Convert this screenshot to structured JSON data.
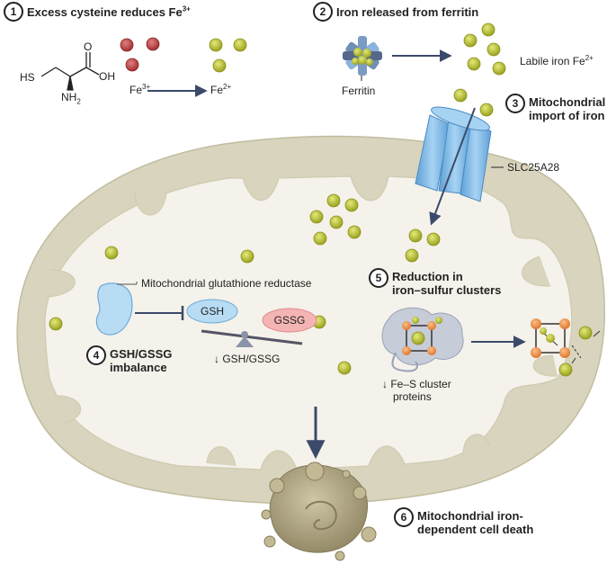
{
  "steps": [
    {
      "num": "1",
      "title": "Excess cysteine reduces Fe",
      "sup": "3+"
    },
    {
      "num": "2",
      "title": "Iron released from ferritin"
    },
    {
      "num": "3",
      "title_line1": "Mitochondrial",
      "title_line2": "import of iron"
    },
    {
      "num": "4",
      "title_line1": "GSH/GSSG",
      "title_line2": "imbalance"
    },
    {
      "num": "5",
      "title_line1": "Reduction in",
      "title_line2": "iron–sulfur clusters"
    },
    {
      "num": "6",
      "title_line1": "Mitochondrial iron-",
      "title_line2": "dependent cell death"
    }
  ],
  "cysteine": {
    "sh": "HS",
    "oh": "OH",
    "o": "O",
    "nh": "NH",
    "nh_sub": "2"
  },
  "fe3": {
    "text": "Fe",
    "sup": "3+"
  },
  "fe2": {
    "text": "Fe",
    "sup": "2+"
  },
  "ferritin": "Ferritin",
  "labile_iron": {
    "text": "Labile iron Fe",
    "sup": "2+"
  },
  "transporter": "SLC25A28",
  "reductase": "Mitochondrial glutathione reductase",
  "gsh": "GSH",
  "gssg": "GSSG",
  "ratio_label": "↓ GSH/GSSG",
  "fes_label_line1": "↓ Fe–S cluster",
  "fes_label_line2": "proteins",
  "colors": {
    "fe3_red": "#b83b3b",
    "fe2_green": "#b7bf2c",
    "mito_outer": "#d8d4bd",
    "mito_inner": "#f4f2ea",
    "transporter_blue": "#7fb6e2",
    "arrow_navy": "#3b4a6b",
    "cluster_orange": "#ea8a3a",
    "gsh_blue": "#b7dcf4",
    "gssg_pink": "#f5b4b4",
    "dying_cell": "#b3a98a"
  },
  "icons": [
    "ferritin-icon",
    "transporter-icon",
    "reductase-icon",
    "seesaw-icon",
    "fes-protein-icon",
    "fes-cluster-icon",
    "dying-cell-icon"
  ]
}
